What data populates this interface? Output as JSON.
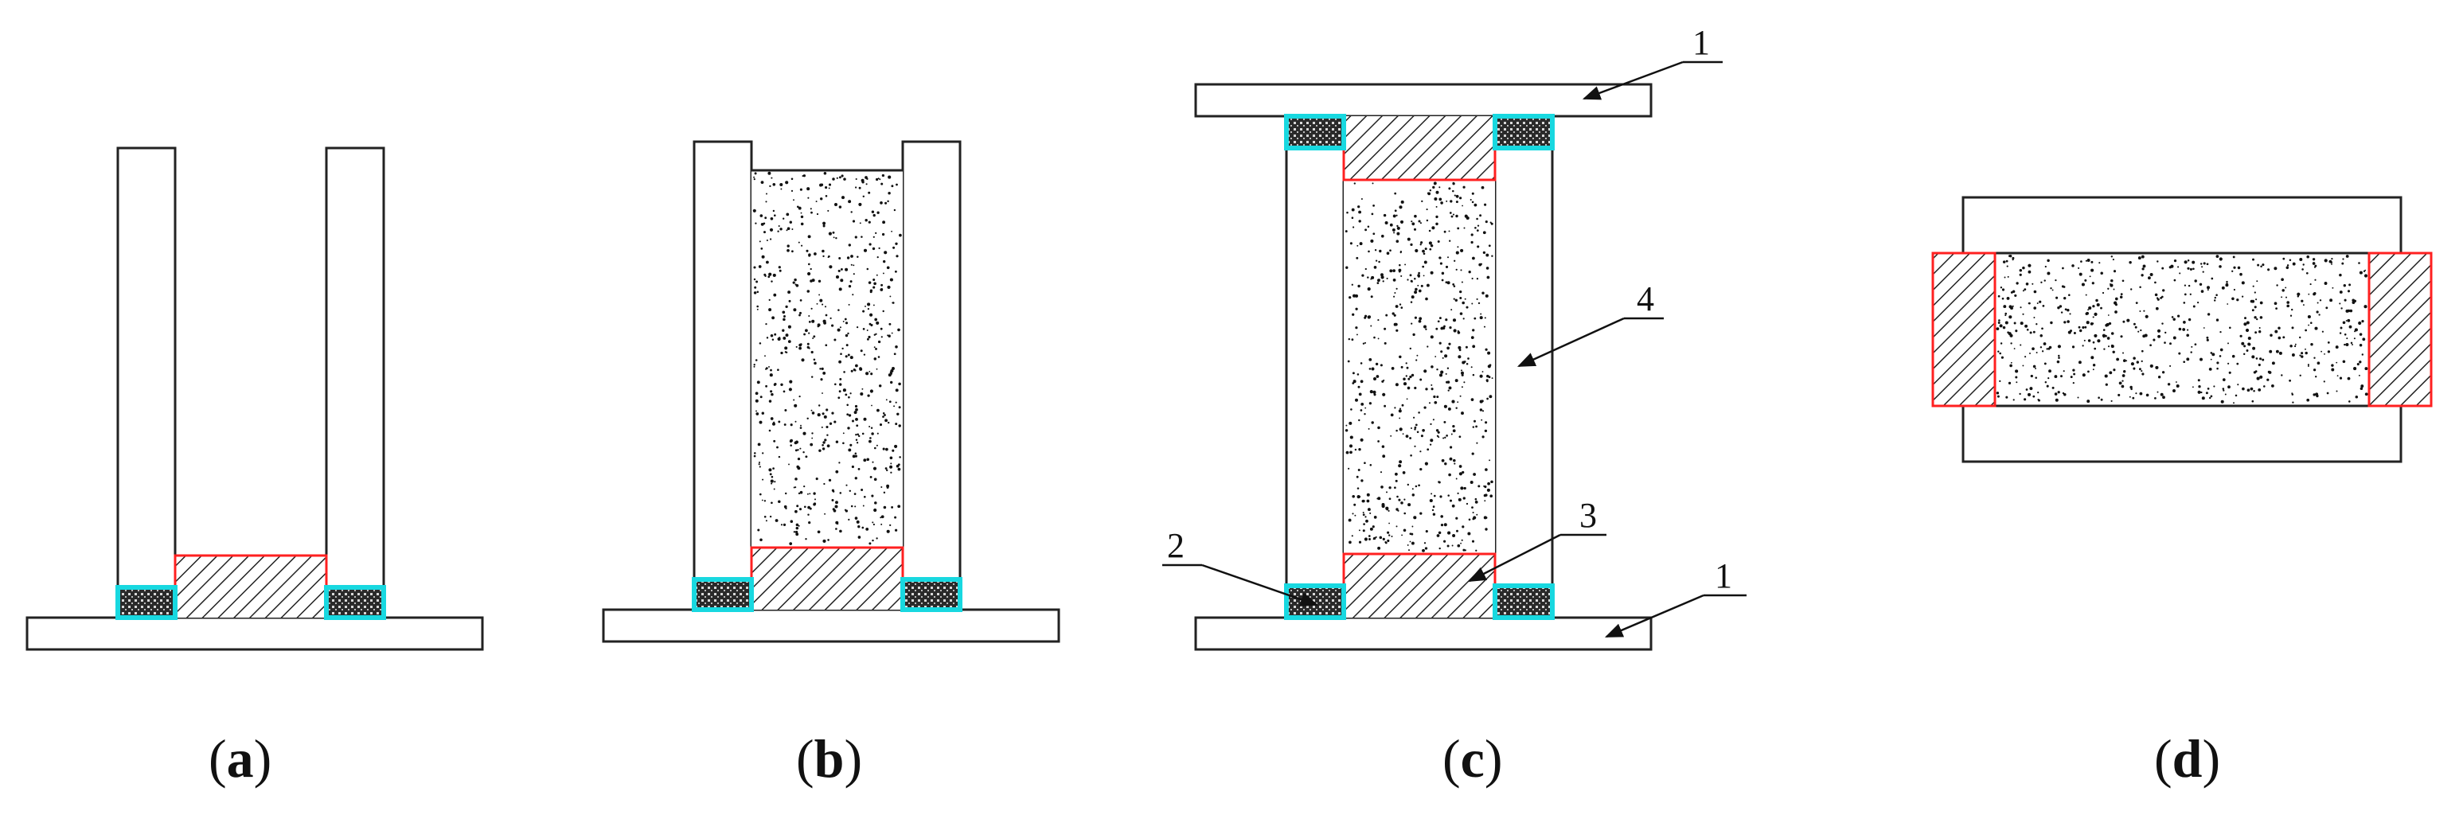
{
  "panels": [
    {
      "id": "a",
      "open": "(",
      "letter": "a",
      "close": ")"
    },
    {
      "id": "b",
      "open": "(",
      "letter": "b",
      "close": ")"
    },
    {
      "id": "c",
      "open": "(",
      "letter": "c",
      "close": ")"
    },
    {
      "id": "d",
      "open": "(",
      "letter": "d",
      "close": ")"
    }
  ],
  "callouts": {
    "top_plate": "1",
    "bottom_plate": "1",
    "spacer": "2",
    "end_block": "3",
    "side_wall": "4"
  },
  "colors": {
    "outline": "#222222",
    "interface_red": "#ff2020",
    "spacer_cyan": "#18d8e0",
    "hatch": "#222222",
    "speckle": "#111111"
  }
}
